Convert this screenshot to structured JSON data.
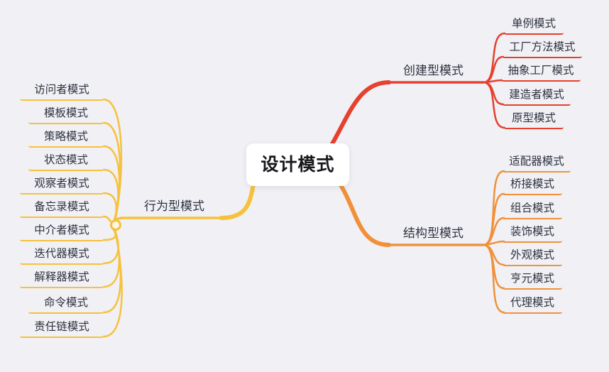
{
  "canvas": {
    "background": "#f0f0f5"
  },
  "center": {
    "label": "设计模式"
  },
  "branches": [
    {
      "label": "创建型模式",
      "color": "#e6402e",
      "children": [
        "单例模式",
        "工厂方法模式",
        "抽象工厂模式",
        "建造者模式",
        "原型模式"
      ]
    },
    {
      "label": "结构型模式",
      "color": "#f0913a",
      "children": [
        "适配器模式",
        "桥接模式",
        "组合模式",
        "装饰模式",
        "外观模式",
        "亨元模式",
        "代理模式"
      ]
    },
    {
      "label": "行为型模式",
      "color": "#f6c13c",
      "children": [
        "访问者模式",
        "模板模式",
        "策略模式",
        "状态模式",
        "观察者模式",
        "备忘录模式",
        "中介者模式",
        "迭代器模式",
        "解释器模式",
        "命令模式",
        "责任链模式"
      ]
    }
  ]
}
